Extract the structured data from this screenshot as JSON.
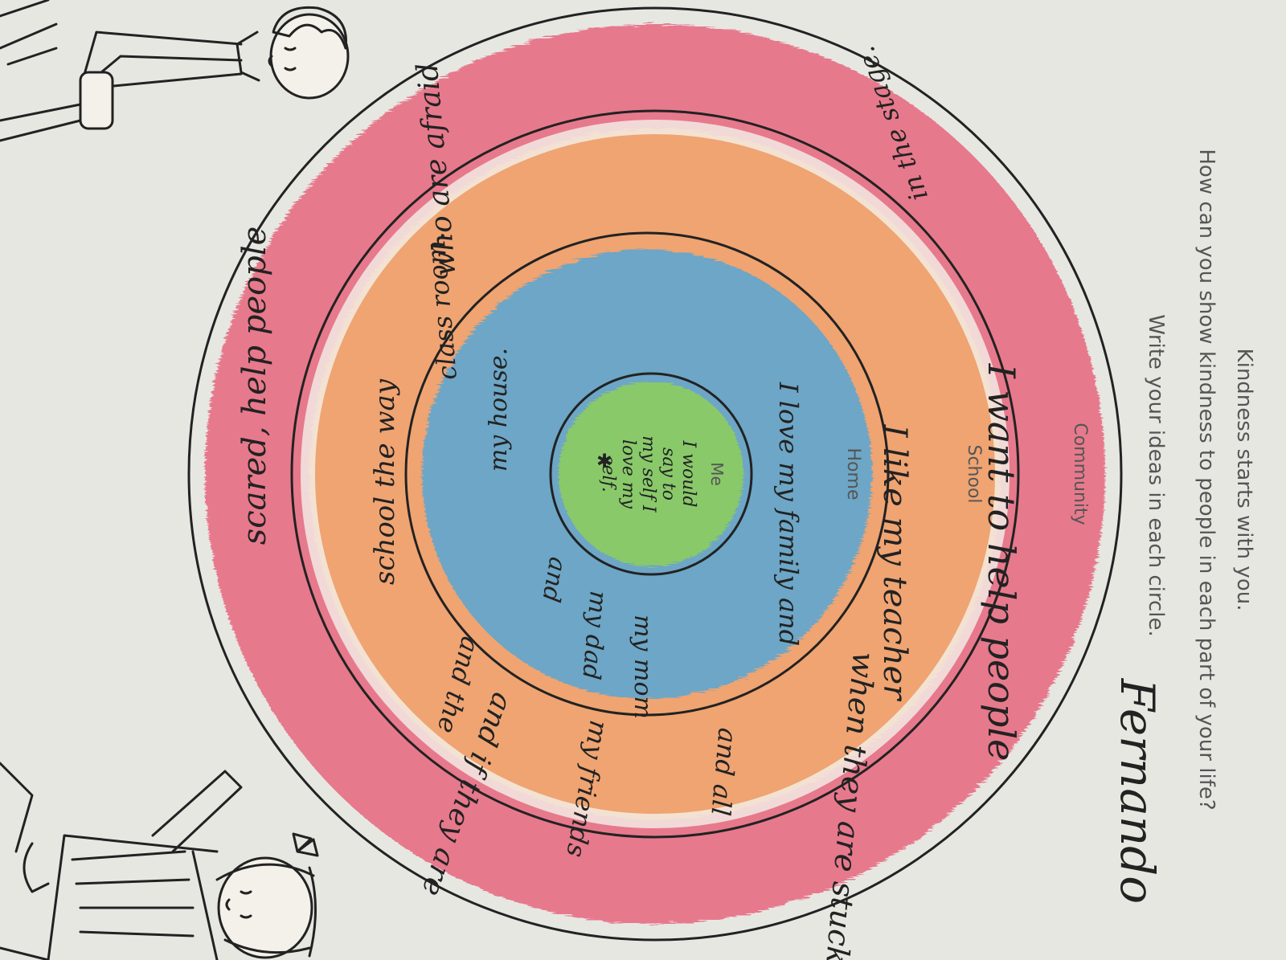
{
  "worksheet": {
    "heading": "Kindness starts with you.",
    "question": "How can you show kindness to people in each part of your life?",
    "instruction": "Write your ideas in each circle.",
    "student_name": "Fernando"
  },
  "circles": {
    "community": {
      "label": "Community",
      "color": "#e8556f",
      "writing": [
        "I want to help people",
        "when they are stuck",
        "and if they are",
        "scared, help people",
        "who are afraid",
        "in the stage."
      ]
    },
    "school": {
      "label": "School",
      "color": "#f2b36b",
      "writing": [
        "I like my teacher",
        "and all",
        "my friends",
        "and the",
        "school the way",
        "class room."
      ]
    },
    "home": {
      "label": "Home",
      "color": "#4ea7dc",
      "writing": [
        "I love my family and",
        "my mom",
        "my dad",
        "and",
        "my house."
      ]
    },
    "me": {
      "label": "Me",
      "color": "#8fd05a",
      "writing": [
        "I would",
        "say to",
        "my self I",
        "love my",
        "self."
      ]
    }
  },
  "illustrations": {
    "boy": "boy-on-scooter",
    "girl": "girl-with-bow"
  }
}
